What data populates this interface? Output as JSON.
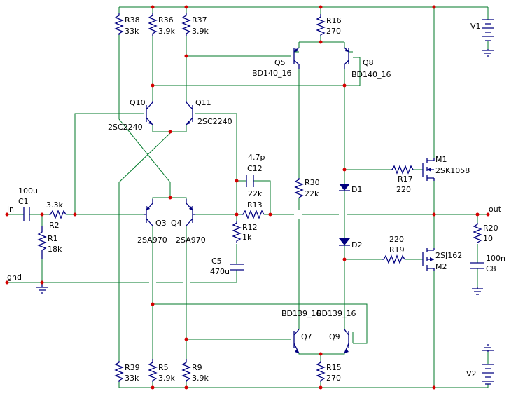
{
  "components": {
    "R38": {
      "ref": "R38",
      "value": "33k"
    },
    "R36": {
      "ref": "R36",
      "value": "3.9k"
    },
    "R37": {
      "ref": "R37",
      "value": "3.9k"
    },
    "R16": {
      "ref": "R16",
      "value": "270"
    },
    "V1": {
      "ref": "V1"
    },
    "Q5": {
      "ref": "Q5",
      "part": "BD140_16"
    },
    "Q8": {
      "ref": "Q8",
      "part": "BD140_16"
    },
    "Q10": {
      "ref": "Q10",
      "part": "2SC2240"
    },
    "Q11": {
      "ref": "Q11",
      "part": "2SC2240"
    },
    "M1": {
      "ref": "M1",
      "part": "2SK1058"
    },
    "R17": {
      "ref": "R17",
      "value": "220"
    },
    "C12": {
      "ref": "C12",
      "value": "4.7p"
    },
    "R13": {
      "ref": "R13",
      "value": "22k"
    },
    "R30": {
      "ref": "R30",
      "value": "22k"
    },
    "D1": {
      "ref": "D1"
    },
    "C1": {
      "ref": "C1",
      "value": "100u"
    },
    "R2": {
      "ref": "R2",
      "value": "3.3k"
    },
    "Q3": {
      "ref": "Q3",
      "part": "2SA970"
    },
    "Q4": {
      "ref": "Q4",
      "part": "2SA970"
    },
    "R12": {
      "ref": "R12",
      "value": "1k"
    },
    "R20": {
      "ref": "R20",
      "value": "10"
    },
    "C8": {
      "ref": "C8",
      "value": "100n"
    },
    "D2": {
      "ref": "D2"
    },
    "R19": {
      "ref": "R19",
      "value": "220"
    },
    "M2": {
      "ref": "M2",
      "part": "2SJ162"
    },
    "R1": {
      "ref": "R1",
      "value": "18k"
    },
    "C5": {
      "ref": "C5",
      "value": "470u"
    },
    "Q7": {
      "ref": "Q7",
      "part": "BD139_16"
    },
    "Q9": {
      "ref": "Q9",
      "part": "BD139_16"
    },
    "R15": {
      "ref": "R15",
      "value": "270"
    },
    "R39": {
      "ref": "R39",
      "value": "33k"
    },
    "R5": {
      "ref": "R5",
      "value": "3.9k"
    },
    "R9": {
      "ref": "R9",
      "value": "3.9k"
    },
    "V2": {
      "ref": "V2"
    }
  },
  "nets": {
    "in": "in",
    "gnd": "gnd",
    "out": "out"
  },
  "colors": {
    "wire": "#007a2a",
    "component": "#000080",
    "junction": "#d40000",
    "text": "#000000"
  }
}
